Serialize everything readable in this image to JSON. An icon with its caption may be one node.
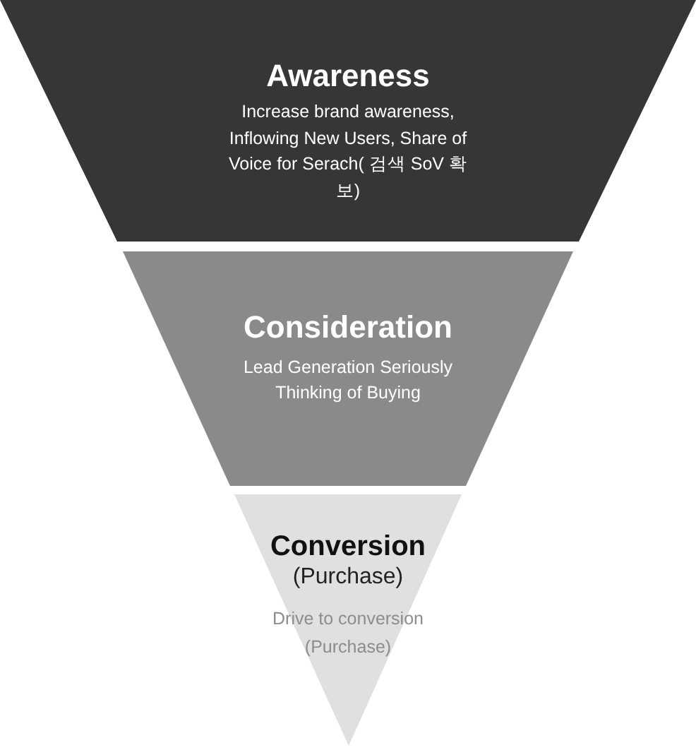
{
  "diagram": {
    "nodes": [
      {
        "text": [
          "Awareness",
          "Increase brand awareness, Inflowing New Users, Share of Voice for Serach( 검색 SoV 확보)"
        ]
      },
      {
        "text": [
          "Consideration",
          "Lead Generation Seriously Thinking of Buying"
        ]
      },
      {
        "text": [
          "Conversion",
          "(Purchase)",
          "Drive to conversion (Purchase)"
        ]
      }
    ]
  }
}
